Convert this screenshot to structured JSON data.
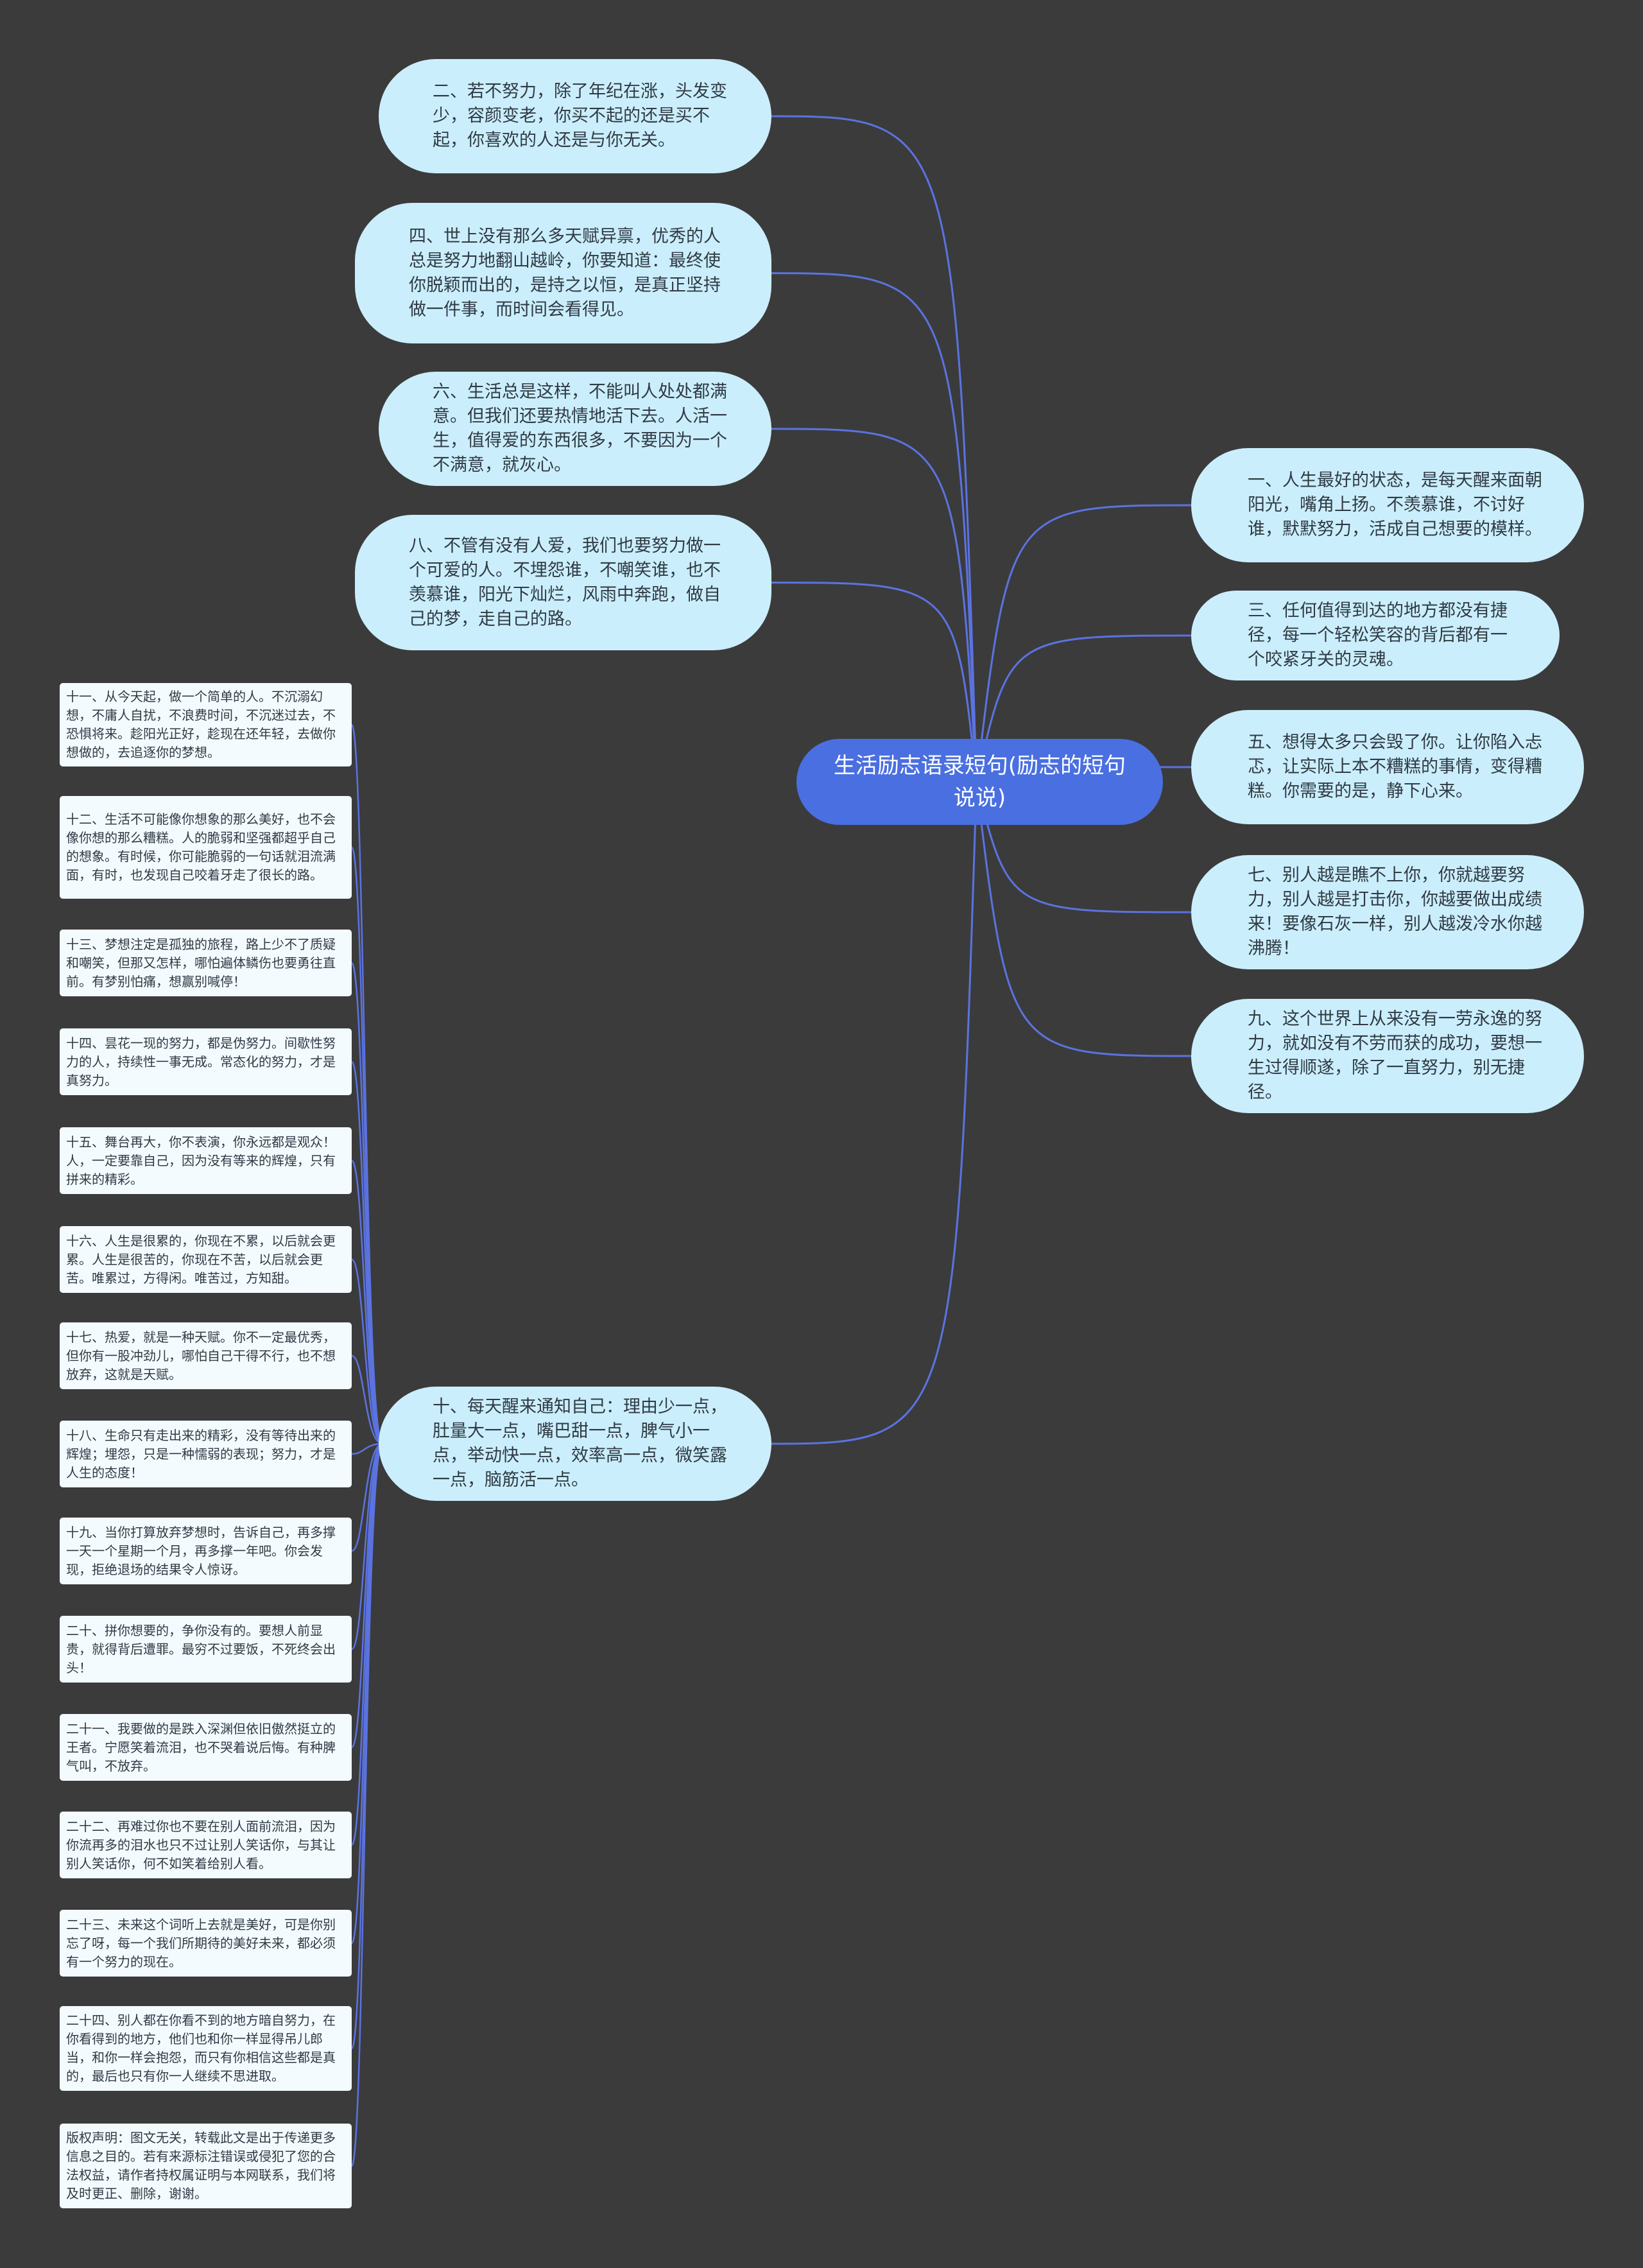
{
  "center": {
    "text": "生活励志语录短句(励志的短句说说)"
  },
  "upper_left": [
    {
      "text": "二、若不努力，除了年纪在涨，头发变少，容颜变老，你买不起的还是买不起，你喜欢的人还是与你无关。"
    },
    {
      "text": "四、世上没有那么多天赋异禀，优秀的人总是努力地翻山越岭，你要知道：最终使你脱颖而出的，是持之以恒，是真正坚持做一件事，而时间会看得见。"
    },
    {
      "text": "六、生活总是这样，不能叫人处处都满意。但我们还要热情地活下去。人活一生，值得爱的东西很多，不要因为一个不满意，就灰心。"
    },
    {
      "text": "八、不管有没有人爱，我们也要努力做一个可爱的人。不埋怨谁，不嘲笑谁，也不羡慕谁，阳光下灿烂，风雨中奔跑，做自己的梦，走自己的路。"
    }
  ],
  "right": [
    {
      "text": "一、人生最好的状态，是每天醒来面朝阳光，嘴角上扬。不羡慕谁，不讨好谁，默默努力，活成自己想要的模样。"
    },
    {
      "text": "三、任何值得到达的地方都没有捷径，每一个轻松笑容的背后都有一个咬紧牙关的灵魂。"
    },
    {
      "text": "五、想得太多只会毁了你。让你陷入忐忑，让实际上本不糟糕的事情，变得糟糕。你需要的是，静下心来。"
    },
    {
      "text": "七、别人越是瞧不上你，你就越要努力，别人越是打击你，你越要做出成绩来！要像石灰一样，别人越泼冷水你越沸腾！"
    },
    {
      "text": "九、这个世界上从来没有一劳永逸的努力，就如没有不劳而获的成功，要想一生过得顺遂，除了一直努力，别无捷径。"
    }
  ],
  "lower_branch": {
    "text": "十、每天醒来通知自己：理由少一点，肚量大一点，嘴巴甜一点，脾气小一点，举动快一点，效率高一点，微笑露一点，脑筋活一点。"
  },
  "leaves": [
    {
      "text": "十一、从今天起，做一个简单的人。不沉溺幻想，不庸人自扰，不浪费时间，不沉迷过去，不恐惧将来。趁阳光正好，趁现在还年轻，去做你想做的，去追逐你的梦想。"
    },
    {
      "text": "十二、生活不可能像你想象的那么美好，也不会像你想的那么糟糕。人的脆弱和坚强都超乎自己的想象。有时候，你可能脆弱的一句话就泪流满面，有时，也发现自己咬着牙走了很长的路。"
    },
    {
      "text": "十三、梦想注定是孤独的旅程，路上少不了质疑和嘲笑，但那又怎样，哪怕遍体鳞伤也要勇往直前。有梦别怕痛，想赢别喊停！"
    },
    {
      "text": "十四、昙花一现的努力，都是伪努力。间歇性努力的人，持续性一事无成。常态化的努力，才是真努力。"
    },
    {
      "text": "十五、舞台再大，你不表演，你永远都是观众！人，一定要靠自己，因为没有等来的辉煌，只有拼来的精彩。"
    },
    {
      "text": "十六、人生是很累的，你现在不累，以后就会更累。人生是很苦的，你现在不苦，以后就会更苦。唯累过，方得闲。唯苦过，方知甜。"
    },
    {
      "text": "十七、热爱，就是一种天赋。你不一定最优秀，但你有一股冲劲儿，哪怕自己干得不行，也不想放弃，这就是天赋。"
    },
    {
      "text": "十八、生命只有走出来的精彩，没有等待出来的辉煌；埋怨，只是一种懦弱的表现；努力，才是人生的态度！"
    },
    {
      "text": "十九、当你打算放弃梦想时，告诉自己，再多撑一天一个星期一个月，再多撑一年吧。你会发现，拒绝退场的结果令人惊讶。"
    },
    {
      "text": "二十、拼你想要的，争你没有的。要想人前显贵，就得背后遭罪。最穷不过要饭，不死终会出头！"
    },
    {
      "text": "二十一、我要做的是跌入深渊但依旧傲然挺立的王者。宁愿笑着流泪，也不哭着说后悔。有种脾气叫，不放弃。"
    },
    {
      "text": "二十二、再难过你也不要在别人面前流泪，因为你流再多的泪水也只不过让别人笑话你，与其让别人笑话你，何不如笑着给别人看。"
    },
    {
      "text": "二十三、未来这个词听上去就是美好，可是你别忘了呀，每一个我们所期待的美好未来，都必须有一个努力的现在。"
    },
    {
      "text": "二十四、别人都在你看不到的地方暗自努力，在你看得到的地方，他们也和你一样显得吊儿郎当，和你一样会抱怨，而只有你相信这些都是真的，最后也只有你一人继续不思进取。"
    },
    {
      "text": "版权声明：图文无关，转载此文是出于传递更多信息之目的。若有来源标注错误或侵犯了您的合法权益，请作者持权属证明与本网联系，我们将及时更正、删除，谢谢。"
    }
  ],
  "colors": {
    "background": "#3b3b3c",
    "center": "#4a6fe0",
    "bubble": "#cbeefc",
    "card": "#f4fbff",
    "link": "#5b73e0"
  }
}
